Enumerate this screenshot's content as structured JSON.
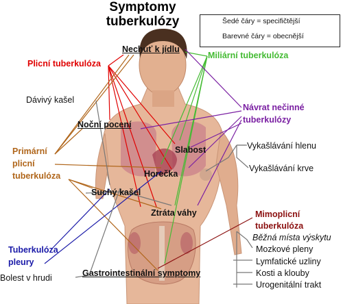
{
  "title": "Symptomy tuberkulózy",
  "legend": {
    "gray_label": "Šedé čáry = specifičtější",
    "color_label": "Barevné čáry = obecnější"
  },
  "colors": {
    "plicni": "#e00000",
    "miliarni": "#44bb33",
    "primarni": "#b0661b",
    "navrat": "#7a1fa2",
    "pleury": "#1a1aa8",
    "mimoplicni": "#8b1010",
    "gray": "#777777"
  },
  "groups": {
    "plicni": "Plicní tuberkulóza",
    "miliarni": "Miliární tuberkulóza",
    "navrat": "Návrat nečinné tuberkulózy",
    "primarni": "Primární plicní tuberkulóza",
    "pleury": "Tuberkulóza pleury",
    "mimoplicni": "Mimoplicní tuberkulóza"
  },
  "symptoms": {
    "nechut": "Nechuť k jídlu",
    "davivy": "Dávivý kašel",
    "nocni": "Noční pocení",
    "slabost": "Slabost",
    "horecka": "Horečka",
    "suchy": "Suchý kašel",
    "ztrata": "Ztráta váhy",
    "gastro": "Gastrointestinální symptomy",
    "bolest": "Bolest v hrudi",
    "hlen": "Vykašlávání hlenu",
    "krve": "Vykašlávání krve"
  },
  "sites": {
    "heading": "Běžná místa výskytu",
    "items": [
      "Mozkové pleny",
      "Lymfatické uzliny",
      "Kosti a klouby",
      "Urogenitální trakt"
    ]
  }
}
